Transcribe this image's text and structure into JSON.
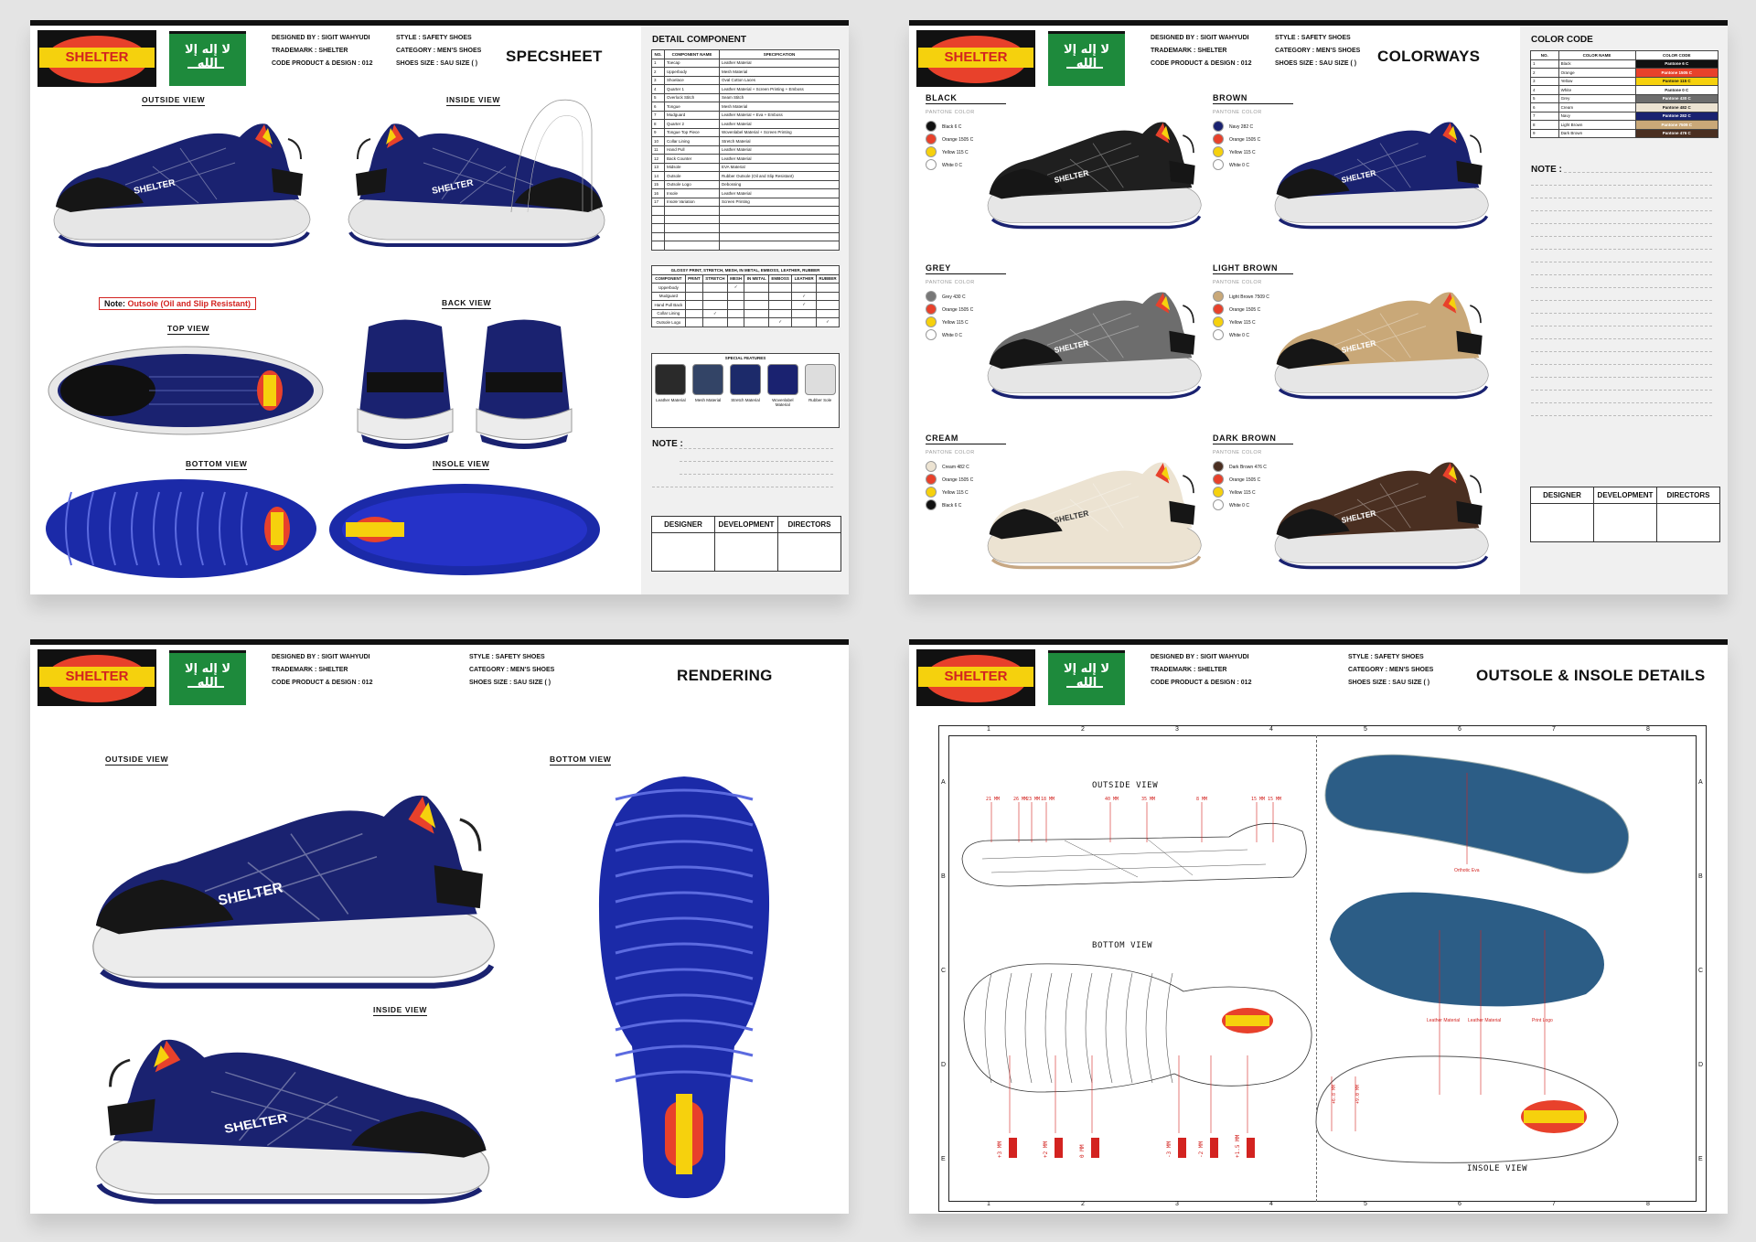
{
  "brand": {
    "logo_text": "SHELTER",
    "flag_script": "لا إله إلا الله"
  },
  "header": {
    "designed_by": "DESIGNED BY : SIGIT WAHYUDI",
    "trademark": "TRADEMARK : SHELTER",
    "code": "CODE PRODUCT & DESIGN : 012",
    "style": "STYLE : SAFETY SHOES",
    "category": "CATEGORY : MEN'S SHOES",
    "size": "SHOES SIZE : SAU SIZE (  )"
  },
  "page1": {
    "title": "SPECSHEET",
    "views": {
      "outside": "OUTSIDE VIEW",
      "inside": "INSIDE VIEW",
      "top": "TOP VIEW",
      "back": "BACK VIEW",
      "bottom": "BOTTOM VIEW",
      "insole": "INSOLE VIEW"
    },
    "note_label": "Note:",
    "note_text": "Outsole (Oil and Slip Resistant)",
    "upper_text": "SHELTER",
    "detail_title": "DETAIL COMPONENT",
    "detail_headers": [
      "NO.",
      "COMPONENT NAME",
      "SPECIFICATION"
    ],
    "components": [
      [
        "1",
        "Toecap",
        "Leather Material"
      ],
      [
        "2",
        "Upperbody",
        "Mesh Material"
      ],
      [
        "3",
        "Shoelace",
        "Oval Cotton Laces"
      ],
      [
        "4",
        "Quarter 1",
        "Leather Material + Screen Printing + Emboss"
      ],
      [
        "5",
        "Overlock Stitch",
        "Seam Stitch"
      ],
      [
        "6",
        "Tongue",
        "Mesh Material"
      ],
      [
        "7",
        "Mudguard",
        "Leather Material + Eva + Emboss"
      ],
      [
        "8",
        "Quarter 2",
        "Leather Material"
      ],
      [
        "9",
        "Tongue Top Piece",
        "Wovenlabel Material + Screen Printing"
      ],
      [
        "10",
        "Collar Lining",
        "Stretch Material"
      ],
      [
        "11",
        "Hand Pull",
        "Leather Material"
      ],
      [
        "12",
        "Back Counter",
        "Leather Material"
      ],
      [
        "13",
        "Midsole",
        "EVA Material"
      ],
      [
        "14",
        "Outsole",
        "Rubber Outsole (Oil and Slip Resistant)"
      ],
      [
        "15",
        "Outsole Logo",
        "Debossing"
      ],
      [
        "16",
        "Insole",
        "Leather Material"
      ],
      [
        "17",
        "Insole Variation",
        "Screen Printing"
      ],
      [
        "",
        "",
        ""
      ],
      [
        "",
        "",
        ""
      ],
      [
        "",
        "",
        ""
      ],
      [
        "",
        "",
        ""
      ],
      [
        "",
        "",
        ""
      ]
    ],
    "matrix_title": "GLOSSY PRINT, STRETCH, MESH, IN METAL, EMBOSS, LEATHER, RUBBER",
    "matrix_headers": [
      "COMPONENT",
      "PRINT",
      "STRETCH",
      "MESH",
      "IN METAL",
      "EMBOSS",
      "LEATHER",
      "RUBBER"
    ],
    "matrix_rows": [
      [
        "Upperbody",
        "",
        "",
        "✓",
        "",
        "",
        "",
        ""
      ],
      [
        "Mudguard",
        "",
        "",
        "",
        "",
        "",
        "✓",
        ""
      ],
      [
        "Hand Pull Back",
        "",
        "",
        "",
        "",
        "",
        "✓",
        ""
      ],
      [
        "Collar Lining",
        "",
        "✓",
        "",
        "",
        "",
        "",
        ""
      ],
      [
        "Outsole Logo",
        "",
        "",
        "",
        "",
        "✓",
        "",
        "✓"
      ]
    ],
    "special_title": "SPECIAL FEATURES",
    "features": [
      "Leather Material",
      "Mesh Material",
      "Stretch Material",
      "Wovenlabel Material",
      "Rubber Sole"
    ],
    "note_label2": "NOTE :",
    "sign": [
      "DESIGNER",
      "DEVELOPMENT",
      "DIRECTORS"
    ]
  },
  "page2": {
    "title": "COLORWAYS",
    "pantone_label": "PANTONE COLOR",
    "colorways": [
      {
        "name": "BLACK",
        "upper": "#1f1f1f",
        "sole": "#e6e6e6",
        "chips": [
          [
            "#111111",
            "Black 6 C"
          ],
          [
            "#e8412b",
            "Orange 1505 C"
          ],
          [
            "#f6d10d",
            "Yellow 115 C"
          ],
          [
            "#ffffff",
            "White 0 C"
          ]
        ]
      },
      {
        "name": "BROWN",
        "upper": "#1a2270",
        "sole": "#e6e6e6",
        "chips": [
          [
            "#1a2270",
            "Navy 282 C"
          ],
          [
            "#e8412b",
            "Orange 1505 C"
          ],
          [
            "#f6d10d",
            "Yellow 115 C"
          ],
          [
            "#ffffff",
            "White 0 C"
          ]
        ]
      },
      {
        "name": "GREY",
        "upper": "#6d6d6d",
        "sole": "#e6e6e6",
        "chips": [
          [
            "#777777",
            "Grey 430 C"
          ],
          [
            "#e8412b",
            "Orange 1505 C"
          ],
          [
            "#f6d10d",
            "Yellow 115 C"
          ],
          [
            "#ffffff",
            "White 0 C"
          ]
        ]
      },
      {
        "name": "LIGHT BROWN",
        "upper": "#c9a878",
        "sole": "#e6e6e6",
        "chips": [
          [
            "#c9a878",
            "Light Brown 7509 C"
          ],
          [
            "#e8412b",
            "Orange 1505 C"
          ],
          [
            "#f6d10d",
            "Yellow 115 C"
          ],
          [
            "#ffffff",
            "White 0 C"
          ]
        ]
      },
      {
        "name": "CREAM",
        "upper": "#ece3d2",
        "sole": "#ece3d2",
        "chips": [
          [
            "#ece3d2",
            "Cream 482 C"
          ],
          [
            "#e8412b",
            "Orange 1505 C"
          ],
          [
            "#f6d10d",
            "Yellow 115 C"
          ],
          [
            "#111111",
            "Black 6 C"
          ]
        ]
      },
      {
        "name": "DARK BROWN",
        "upper": "#4a2f21",
        "sole": "#e6e6e6",
        "chips": [
          [
            "#4a2f21",
            "Dark Brown 476 C"
          ],
          [
            "#e8412b",
            "Orange 1505 C"
          ],
          [
            "#f6d10d",
            "Yellow 115 C"
          ],
          [
            "#ffffff",
            "White 0 C"
          ]
        ]
      }
    ],
    "color_code_title": "COLOR CODE",
    "color_headers": [
      "NO.",
      "COLOR NAME",
      "COLOR CODE"
    ],
    "color_rows": [
      [
        "1",
        "Black",
        "Pantone 6 C",
        "#111111",
        "#ffffff"
      ],
      [
        "2",
        "Orange",
        "Pantone 1505 C",
        "#e8412b",
        "#ffffff"
      ],
      [
        "3",
        "Yellow",
        "Pantone 115 C",
        "#f6d10d",
        "#111111"
      ],
      [
        "4",
        "White",
        "Pantone 0 C",
        "#ffffff",
        "#111111"
      ],
      [
        "5",
        "Grey",
        "Pantone 430 C",
        "#6d6d6d",
        "#ffffff"
      ],
      [
        "6",
        "Cream",
        "Pantone 482 C",
        "#ece3d2",
        "#111111"
      ],
      [
        "7",
        "Navy",
        "Pantone 282 C",
        "#1a2270",
        "#ffffff"
      ],
      [
        "8",
        "Light Brown",
        "Pantone 7509 C",
        "#c9a878",
        "#ffffff"
      ],
      [
        "9",
        "Dark Brown",
        "Pantone 476 C",
        "#4a2f21",
        "#ffffff"
      ]
    ],
    "note_label": "NOTE :",
    "sign": [
      "DESIGNER",
      "DEVELOPMENT",
      "DIRECTORS"
    ]
  },
  "page3": {
    "title": "RENDERING",
    "outside": "OUTSIDE VIEW",
    "bottom": "BOTTOM VIEW",
    "inside": "INSIDE VIEW"
  },
  "page4": {
    "title": "OUTSOLE & INSOLE DETAILS",
    "outside": "OUTSIDE VIEW",
    "bottom": "BOTTOM VIEW",
    "insole": "INSOLE VIEW",
    "cols": [
      "1",
      "2",
      "3",
      "4",
      "5",
      "6",
      "7",
      "8"
    ],
    "rows": [
      "A",
      "B",
      "C",
      "D",
      "E"
    ],
    "top_dims": [
      "21 MM",
      "26 MM",
      "23 MM",
      "18 MM",
      "40 MM",
      "35 MM",
      "8 MM",
      "15 MM",
      "15 MM"
    ],
    "bottom_dims": [
      "+3 MM",
      "+2 MM",
      "0 MM",
      "-3 MM",
      "-2 MM",
      "+1.5 MM"
    ],
    "insole_labels": [
      "Orthotic Eva",
      "Leather Material",
      "Leather Material",
      "Print Logo"
    ],
    "side_dims": [
      "+6.8 MM",
      "+9.0 MM"
    ]
  }
}
